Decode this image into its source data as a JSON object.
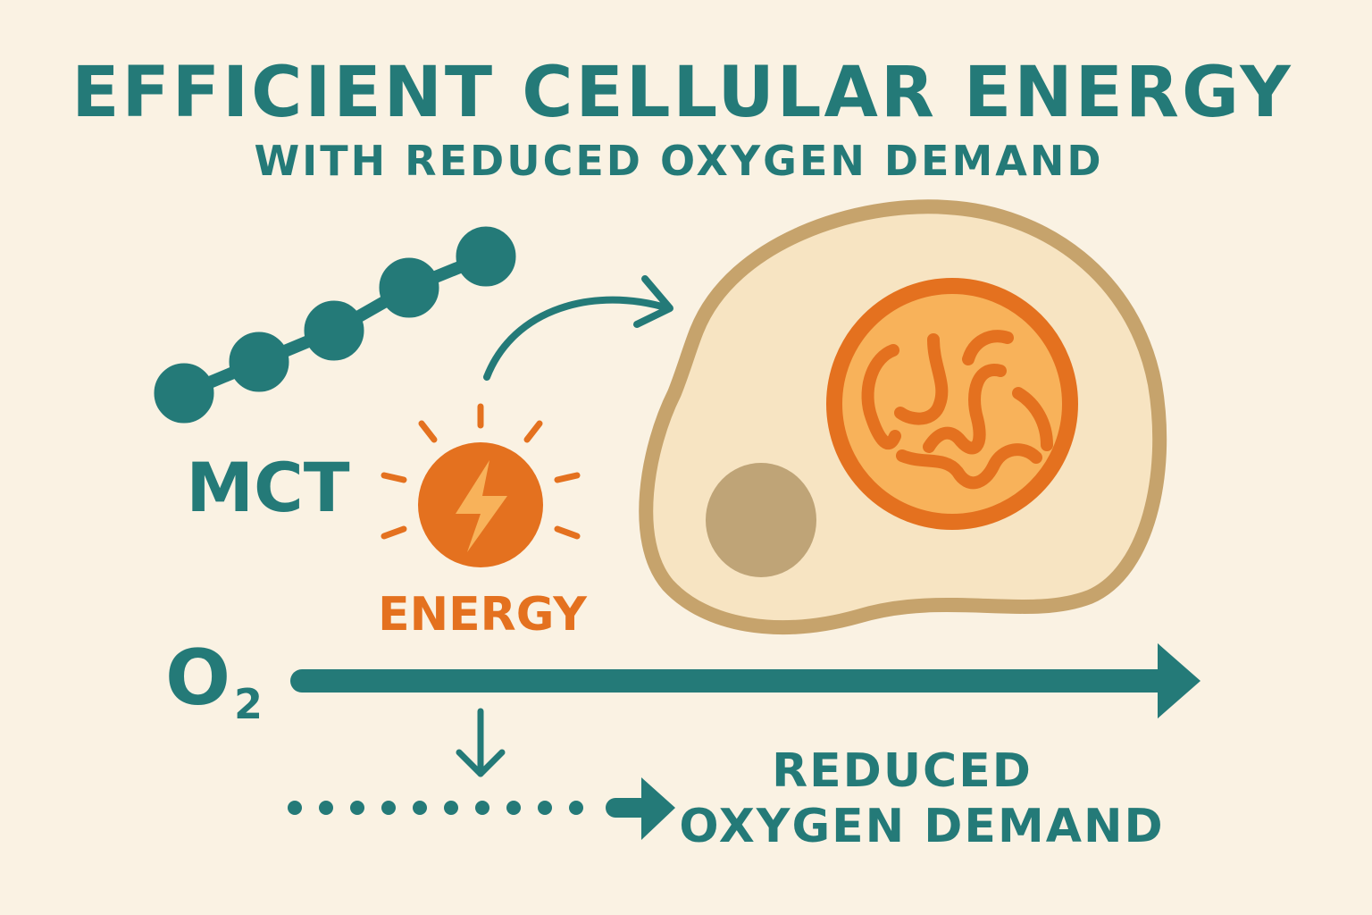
{
  "title": "EFFICIENT CELLULAR ENERGY",
  "subtitle": "WITH REDUCED OXYGEN DEMAND",
  "labels": {
    "mct": "MCT",
    "energy": "ENERGY",
    "oxygen_symbol": "O",
    "oxygen_subscript": "2",
    "result_line1": "REDUCED",
    "result_line2": "OXYGEN DEMAND"
  },
  "icons": {
    "molecule": "mct-chain-icon",
    "energy": "lightning-sun-icon",
    "cell": "cell-icon",
    "mitochondrion": "mitochondrion-icon",
    "nucleus": "nucleus-icon"
  },
  "colors": {
    "background": "#FAF2E3",
    "teal": "#247A78",
    "orange": "#E4711F",
    "light_orange": "#F8B25A",
    "cell_membrane": "#C6A36C",
    "cell_fill": "#F7E4C2",
    "nucleus": "#BFA477"
  }
}
